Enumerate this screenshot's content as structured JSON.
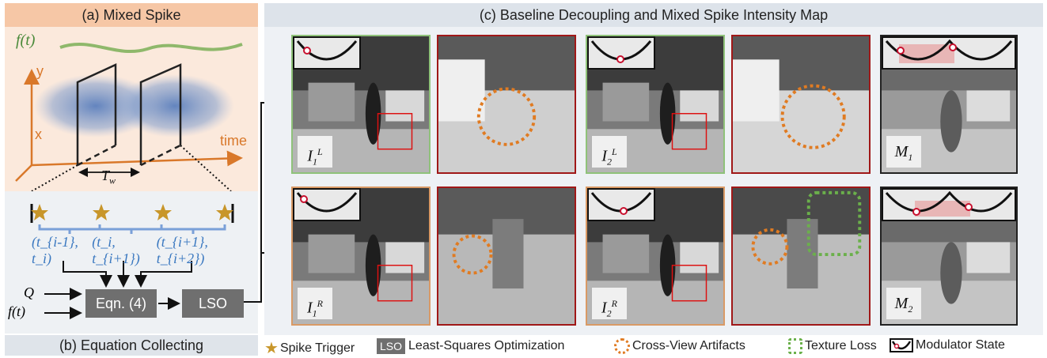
{
  "panels": {
    "a_title": "(a) Mixed Spike",
    "b_title": "(b) Equation Collecting",
    "c_title": "(c) Baseline Decoupling and Mixed Spike Intensity Map"
  },
  "panel_a": {
    "ft_label": "f(t)",
    "axis_y": "y",
    "axis_x": "x",
    "axis_time": "time",
    "tw_label": "T",
    "tw_sub": "w"
  },
  "panel_b": {
    "interval_1": "(t",
    "intervals": [
      "(t_{i-1}, t_i)",
      "(t_i, t_{i+1})",
      "(t_{i+1}, t_{i+2})"
    ],
    "q_label": "Q",
    "ft_label": "f(t)",
    "eqn_label": "Eqn. (4)",
    "lso_label": "LSO"
  },
  "images": {
    "row1_tag1": "I",
    "row1_tag1_sub": "1",
    "row1_tag1_sup": "L",
    "row1_tag2": "I",
    "row1_tag2_sub": "2",
    "row1_tag2_sup": "L",
    "row1_tag3": "M",
    "row1_tag3_sub": "1",
    "row2_tag1": "I",
    "row2_tag1_sub": "1",
    "row2_tag1_sup": "R",
    "row2_tag2": "I",
    "row2_tag2_sub": "2",
    "row2_tag2_sup": "R",
    "row2_tag3": "M",
    "row2_tag3_sub": "2"
  },
  "legend": {
    "spike_trigger": "Spike Trigger",
    "lso_badge": "LSO",
    "lso_text": "Least-Squares Optimization",
    "cross_view": "Cross-View Artifacts",
    "texture_loss": "Texture Loss",
    "modulator": "Modulator State"
  },
  "colors": {
    "orange": "#d9782a",
    "green": "#6bb04b",
    "blue_text": "#3a78c0",
    "red": "#c8102e",
    "star": "#c8962a"
  }
}
